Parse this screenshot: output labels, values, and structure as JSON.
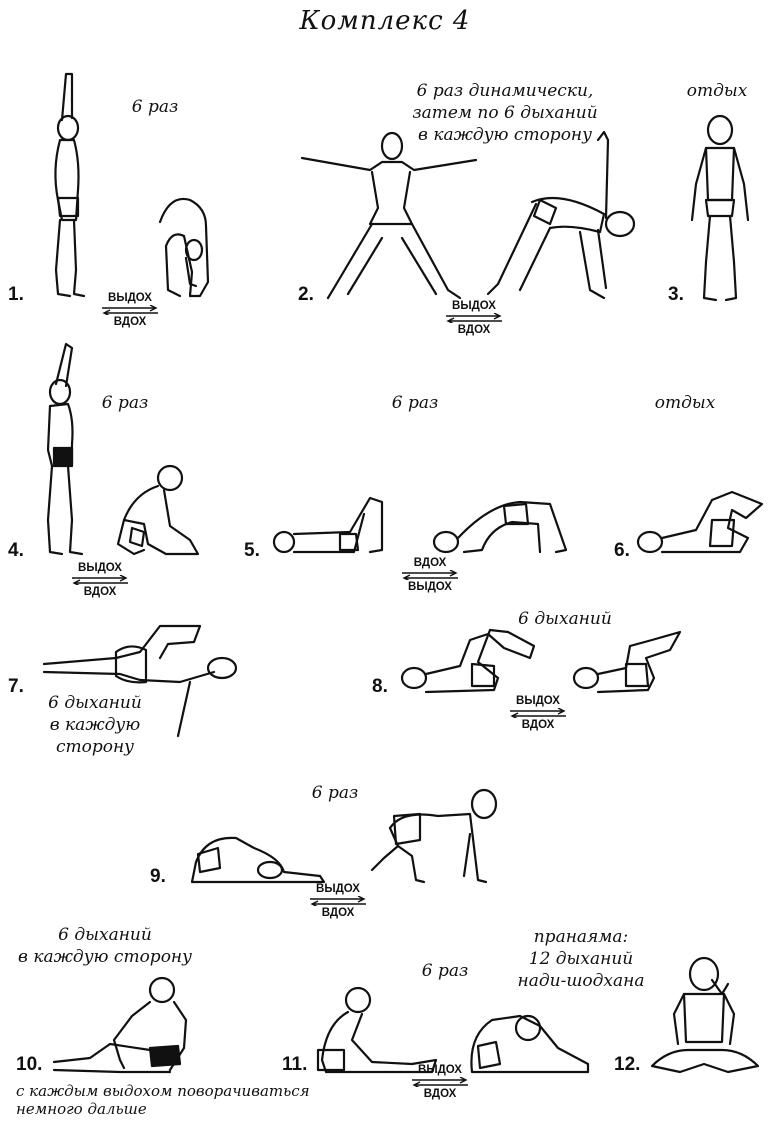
{
  "title": "Комплекс 4",
  "labels": {
    "exhale": "ВЫДОХ",
    "inhale": "ВДОХ"
  },
  "exercises": [
    {
      "number": "1.",
      "caption": "6 раз"
    },
    {
      "number": "2.",
      "caption_line1": "6 раз динамически,",
      "caption_line2": "затем по 6 дыханий",
      "caption_line3": "в каждую сторону"
    },
    {
      "number": "3.",
      "caption": "отдых"
    },
    {
      "number": "4.",
      "caption": "6 раз"
    },
    {
      "number": "5.",
      "caption": "6 раз"
    },
    {
      "number": "6.",
      "caption": "отдых"
    },
    {
      "number": "7.",
      "caption_line1": "6 дыханий",
      "caption_line2": "в каждую сторону"
    },
    {
      "number": "8.",
      "caption": "6 дыханий"
    },
    {
      "number": "9.",
      "caption": "6 раз"
    },
    {
      "number": "10.",
      "caption_line1": "6 дыханий",
      "caption_line2": "в каждую сторону",
      "note_line1": "с каждым выдохом поворачиваться",
      "note_line2": "немного дальше"
    },
    {
      "number": "11.",
      "caption": "6 раз"
    },
    {
      "number": "12.",
      "caption_line1": "пранаяма:",
      "caption_line2": "12 дыханий",
      "caption_line3": "нади-шодхана"
    }
  ]
}
